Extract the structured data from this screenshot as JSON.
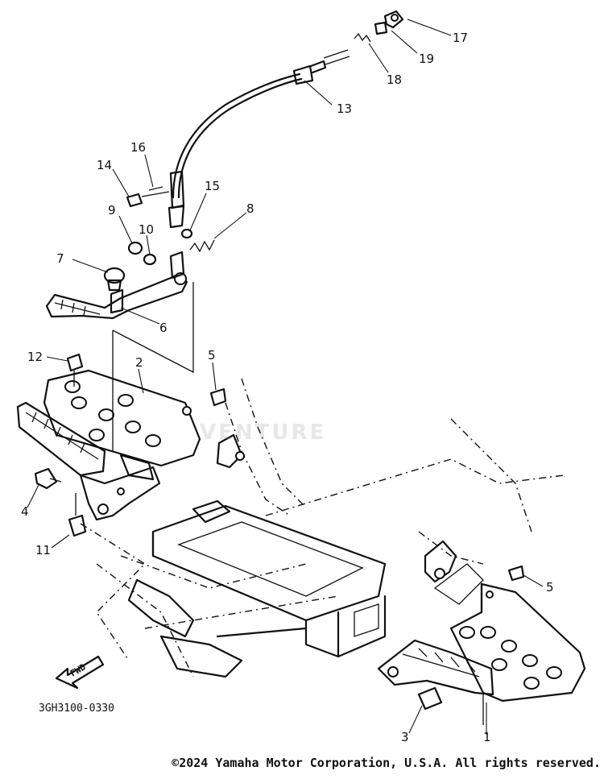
{
  "diagram": {
    "code": "3GH3100-0330",
    "fwd_label": "FWD",
    "callouts": [
      "1",
      "2",
      "3",
      "4",
      "5",
      "5",
      "6",
      "7",
      "8",
      "9",
      "10",
      "11",
      "12",
      "13",
      "14",
      "15",
      "16",
      "17",
      "18",
      "19"
    ],
    "watermark": "VENTURE"
  },
  "footer": {
    "copyright": "©2024 Yamaha Motor Corporation, U.S.A. All rights reserved."
  }
}
